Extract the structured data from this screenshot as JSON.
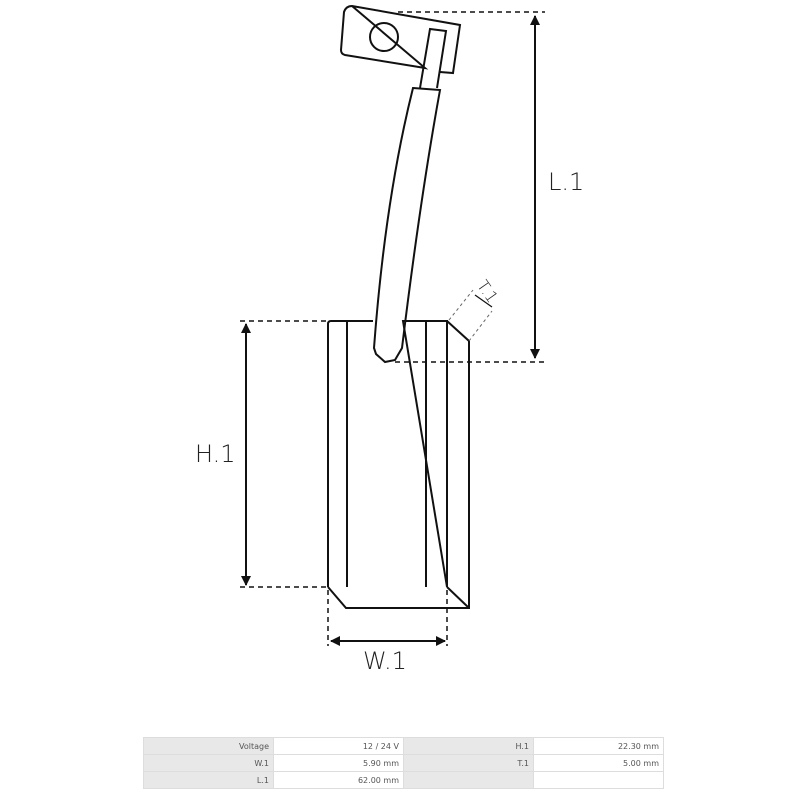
{
  "diagram": {
    "labels": {
      "l1": "L.1",
      "h1": "H.1",
      "w1": "W.1",
      "t1": "T.1"
    }
  },
  "specs": {
    "rows": [
      [
        {
          "key": "Voltage",
          "value": "12 / 24 V"
        },
        {
          "key": "H.1",
          "value": "22.30 mm"
        }
      ],
      [
        {
          "key": "W.1",
          "value": "5.90 mm"
        },
        {
          "key": "T.1",
          "value": "5.00 mm"
        }
      ],
      [
        {
          "key": "L.1",
          "value": "62.00 mm"
        },
        {
          "key": "",
          "value": ""
        }
      ]
    ]
  }
}
